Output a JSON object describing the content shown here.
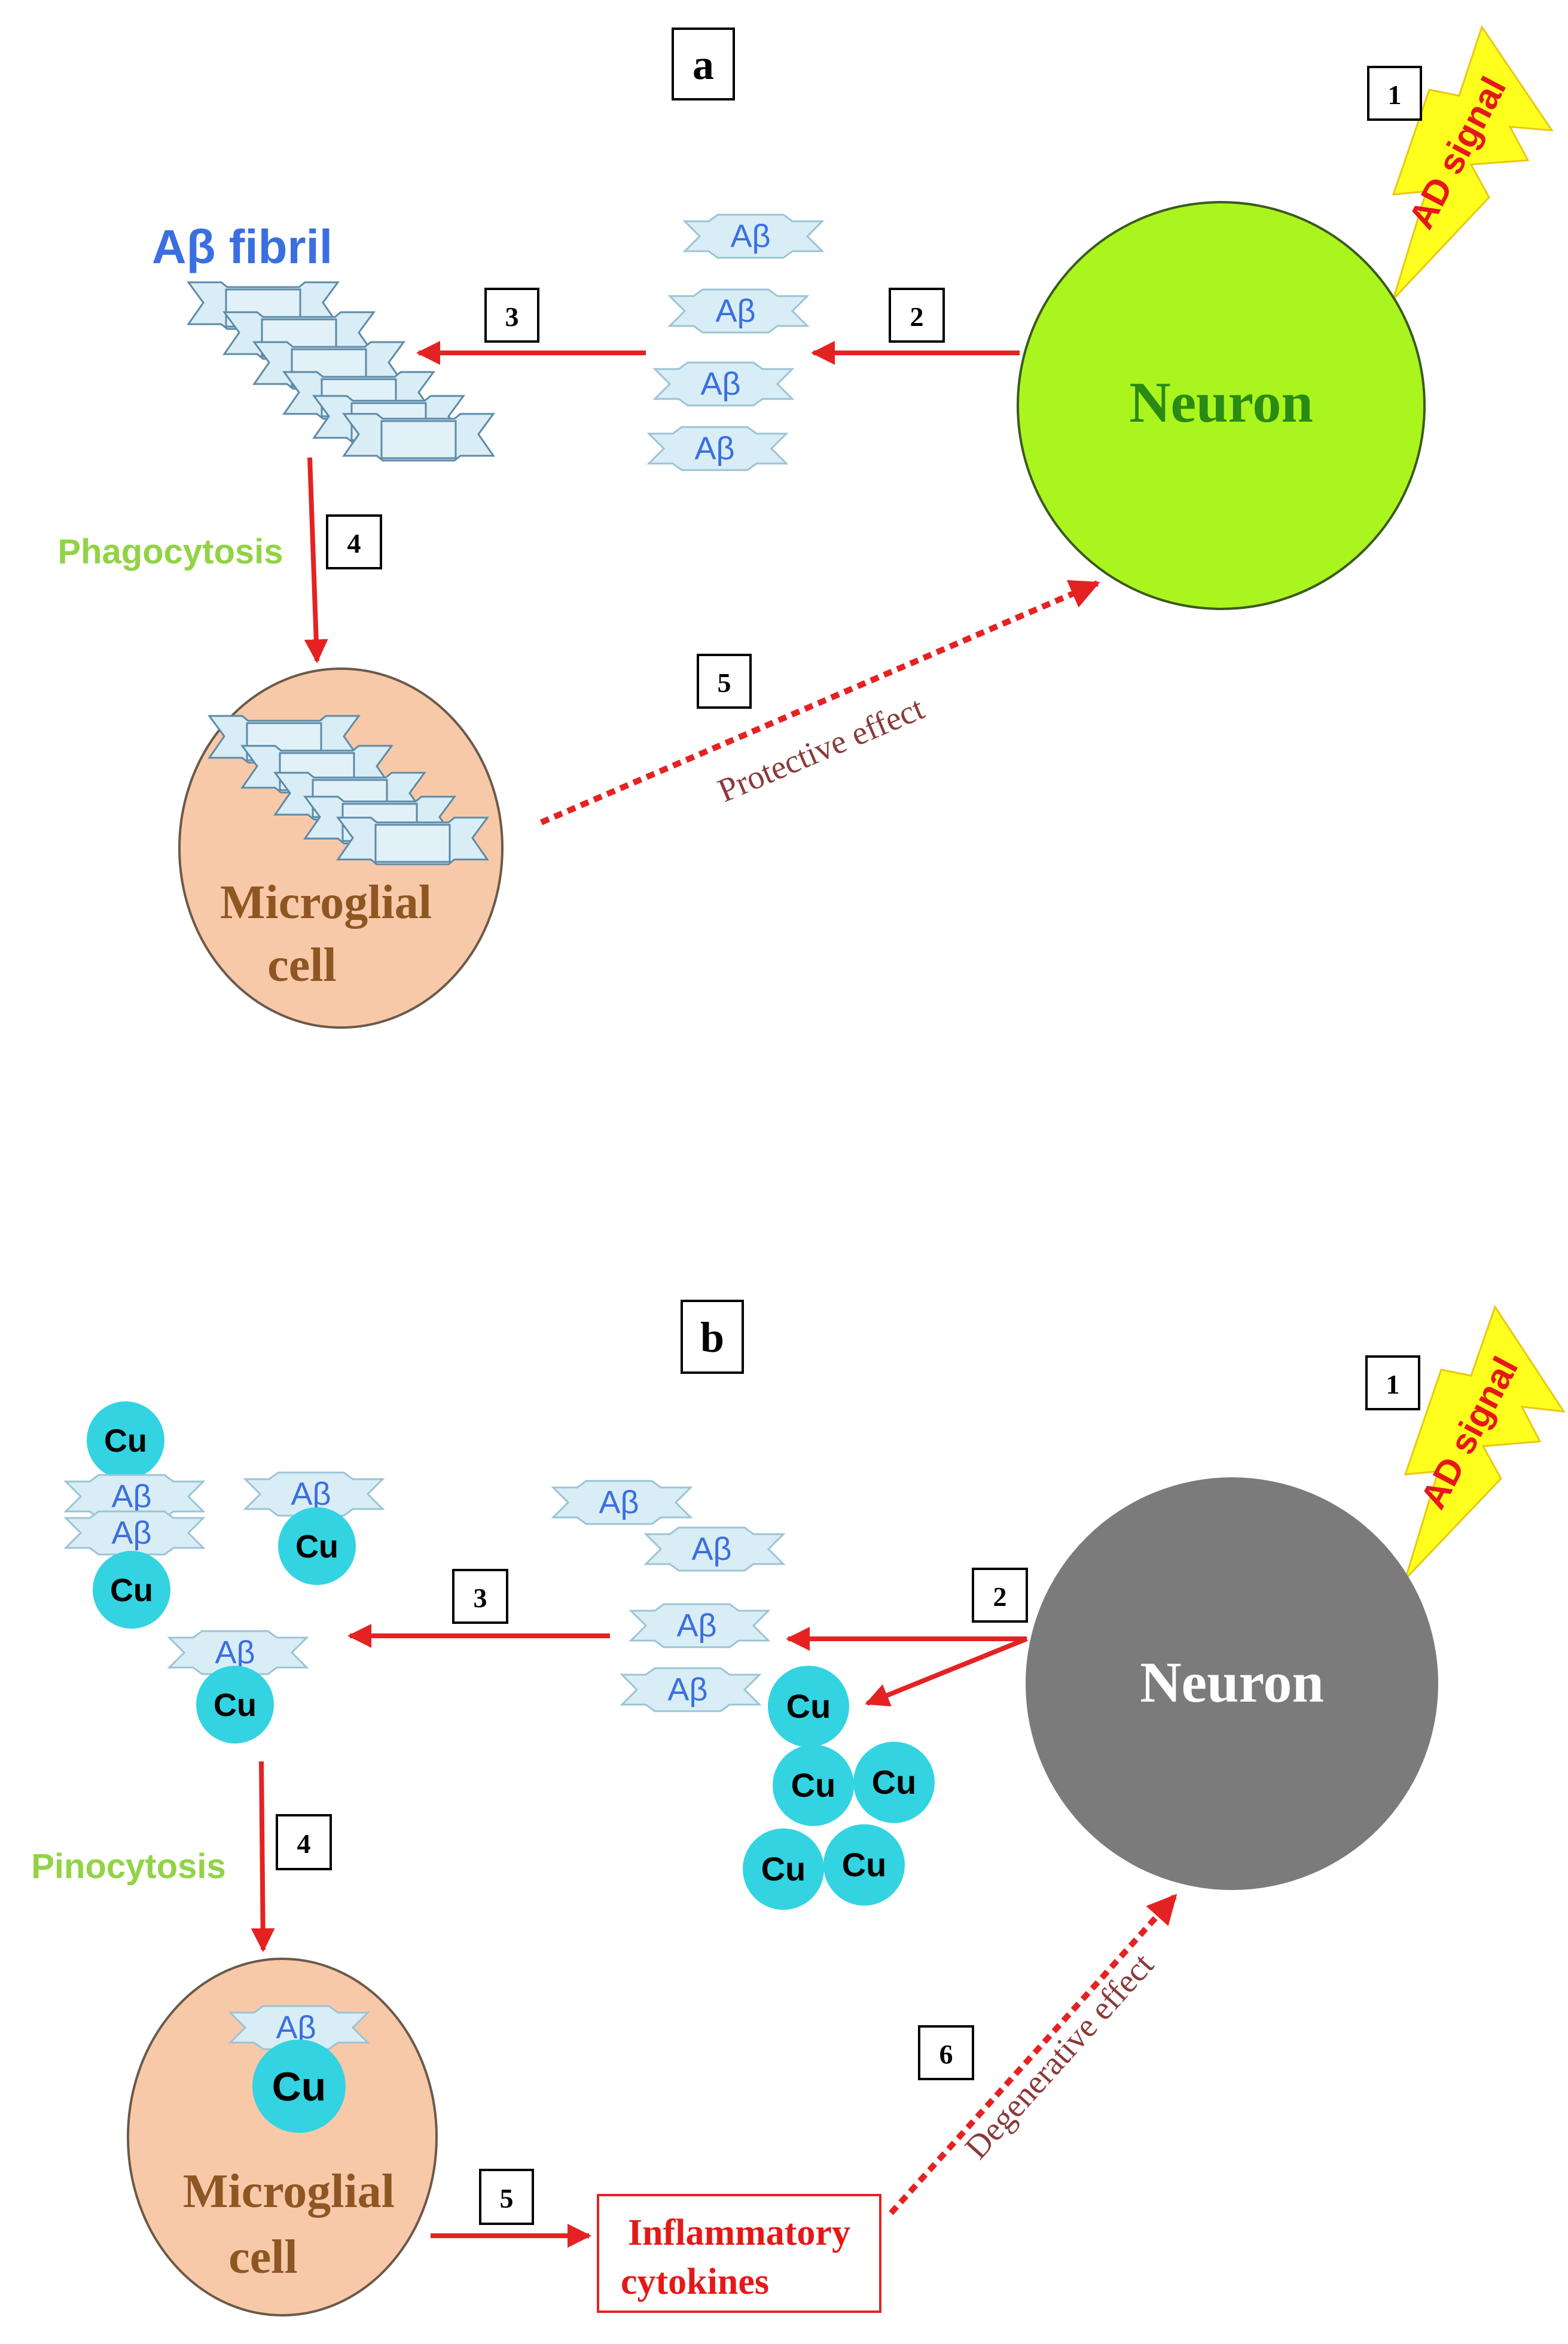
{
  "panel_a": {
    "panel_label": "a",
    "neuron_label": "Neuron",
    "ad_signal": "AD signal",
    "fibril_label": "Aβ fibril",
    "monomer_label": "Aβ",
    "process_label": "Phagocytosis",
    "microglia_line1": "Microglial",
    "microglia_line2": "cell",
    "effect_label": "Protective effect",
    "steps": [
      "1",
      "2",
      "3",
      "4",
      "5"
    ]
  },
  "panel_b": {
    "panel_label": "b",
    "neuron_label": "Neuron",
    "ad_signal": "AD signal",
    "monomer_label": "Aβ",
    "cu_label": "Cu",
    "process_label": "Pinocytosis",
    "microglia_line1": "Microglial",
    "microglia_line2": "cell",
    "cytokines_line1": "Inflammatory",
    "cytokines_line2": "cytokines",
    "effect_label": "Degenerative effect",
    "steps": [
      "1",
      "2",
      "3",
      "4",
      "5",
      "6"
    ]
  },
  "colors": {
    "arrow": "#e52222",
    "neuron_a": "#aaf51e",
    "neuron_a_text": "#2a8a14",
    "neuron_b": "#7b7b7b",
    "microglia": "#f8c9a8",
    "microglia_stroke": "#6a5a4a",
    "microglia_text": "#8e5622",
    "cu": "#33d3e2",
    "ab_fill": "#d8edf5",
    "ab_text": "#3a6fe0",
    "process_text": "#92d345",
    "effect_text": "#8a3a3a",
    "bolt_fill": "#ffff1e",
    "bolt_text": "#e51818"
  }
}
